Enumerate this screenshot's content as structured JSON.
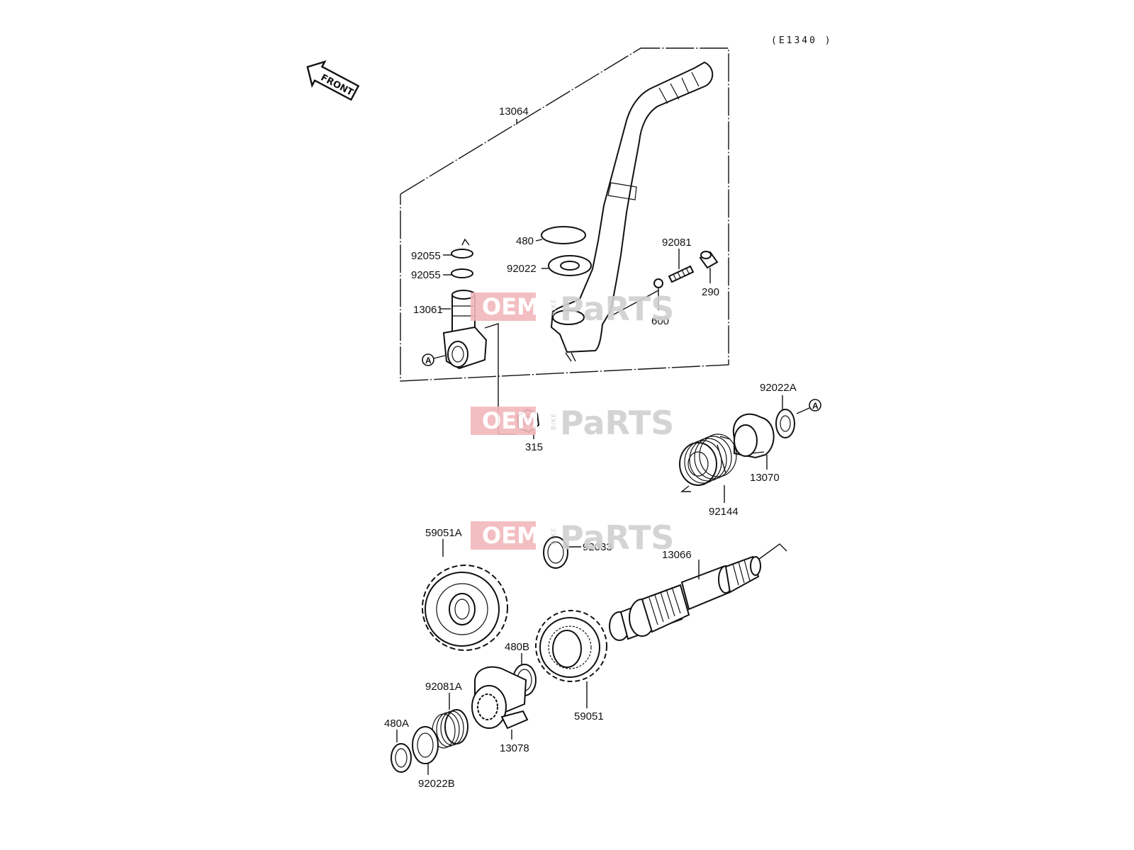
{
  "diagram_ref": "(E1340 )",
  "front_label": "FRONT",
  "watermark": {
    "oem": "OEM",
    "bike": "BIKE",
    "parts": "PaRTS"
  },
  "callout_letter": "A",
  "parts": {
    "p13064": "13064",
    "p480": "480",
    "p92022": "92022",
    "p92055a": "92055",
    "p92055b": "92055",
    "p13061": "13061",
    "p92081": "92081",
    "p290": "290",
    "p600": "600",
    "p315": "315",
    "p92022A": "92022A",
    "p13070": "13070",
    "p92144": "92144",
    "p59051A": "59051A",
    "p92033": "92033",
    "p13066": "13066",
    "p480B": "480B",
    "p92081A": "92081A",
    "p480A": "480A",
    "p13078": "13078",
    "p59051": "59051",
    "p92022B": "92022B"
  }
}
